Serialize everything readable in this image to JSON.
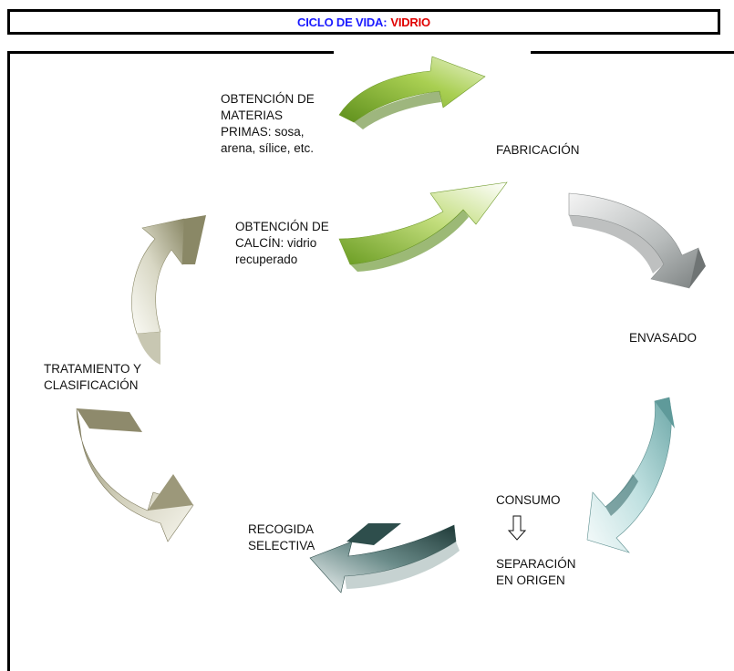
{
  "title": {
    "prefix": "CICLO DE VIDA:",
    "highlight": "VIDRIO"
  },
  "labels": {
    "obtencion_materias": [
      "OBTENCIÓN DE",
      "MATERIAS",
      "PRIMAS: sosa,",
      "arena, sílice, etc."
    ],
    "fabricacion": [
      "FABRICACIÓN"
    ],
    "obtencion_calcin": [
      "OBTENCIÓN DE",
      "CALCÍN: vidrio",
      "recuperado"
    ],
    "envasado": [
      "ENVASADO"
    ],
    "tratamiento": [
      "TRATAMIENTO Y",
      "CLASIFICACIÓN"
    ],
    "consumo": [
      "CONSUMO"
    ],
    "recogida": [
      "RECOGIDA",
      "SELECTIVA"
    ],
    "separacion": [
      "SEPARACIÓN",
      "EN ORIGEN"
    ]
  },
  "arrow_colors": {
    "green": "#7aab2e",
    "gray": "#8f9494",
    "teal": "#9ec8c8",
    "dark_teal": "#2e4e4c",
    "khaki": "#8e8a6c",
    "pale": "#b8b89c"
  },
  "icons": [
    "curved-arrow-icon",
    "down-arrow-icon"
  ]
}
